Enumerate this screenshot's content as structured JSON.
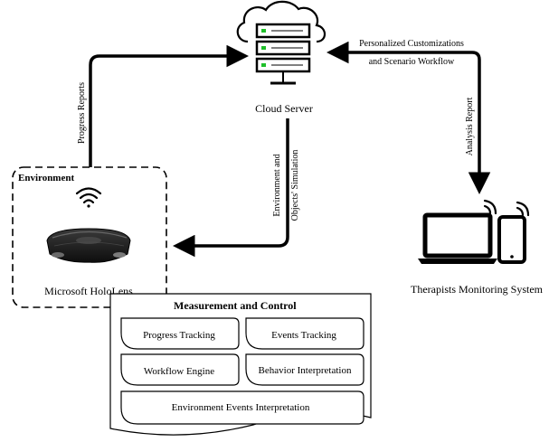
{
  "nodes": {
    "cloud_server": "Cloud Server",
    "environment": "Environment",
    "hololens": "Microsoft HoloLens",
    "therapists": "Therapists Monitoring System",
    "measurement": "Measurement and Control"
  },
  "edges": {
    "progress_reports": "Progress Reports",
    "env_sim_line1": "Environment and",
    "env_sim_line2": "Objects' Simulation",
    "customizations_line1": "Personalized Customizations",
    "customizations_line2": "and Scenario Workflow",
    "analysis_report": "Analysis Report"
  },
  "modules": {
    "progress_tracking": "Progress Tracking",
    "events_tracking": "Events Tracking",
    "workflow_engine": "Workflow Engine",
    "behavior_interpretation": "Behavior Interpretation",
    "environment_events": "Environment Events Interpretation"
  },
  "icons": [
    "cloud-server-icon",
    "wifi-icon",
    "hololens-headset-icon",
    "laptop-icon",
    "smartphone-icon",
    "signal-icon"
  ]
}
